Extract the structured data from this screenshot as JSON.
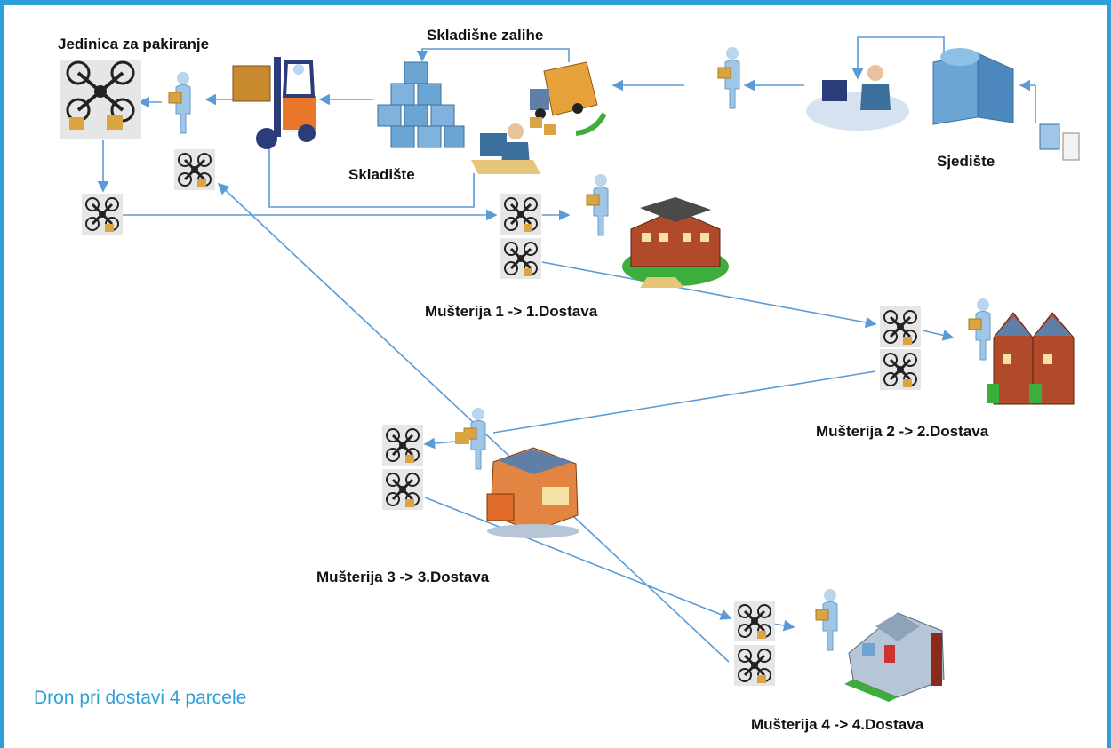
{
  "labels": {
    "packing_unit": "Jedinica za pakiranje",
    "stock": "Skladišne zalihe",
    "warehouse": "Skladište",
    "headquarters": "Sjedište",
    "customer1": "Mušterija 1 -> 1.Dostava",
    "customer2": "Mušterija 2 -> 2.Dostava",
    "customer3": "Mušterija 3 -> 3.Dostava",
    "customer4": "Mušterija 4 -> 4.Dostava"
  },
  "caption": "Dron pri dostavi 4 parcele",
  "colors": {
    "accent": "#2e9fd8",
    "line": "#5b9bd5",
    "worker": "#9fc6e6",
    "box": "#d9a441"
  },
  "icons": [
    "drone-icon",
    "worker-icon",
    "forklift-icon",
    "boxes-icon",
    "truck-icon",
    "operator-icon",
    "office-building-icon",
    "server-icon",
    "school-building-icon",
    "houses-icon",
    "house-icon"
  ]
}
